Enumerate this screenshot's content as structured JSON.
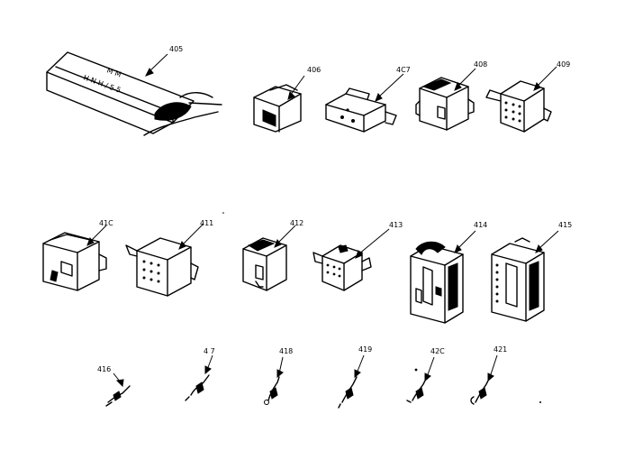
{
  "parts": [
    {
      "id": "p405",
      "label": "405",
      "icon": "connector-housing-strip-icon"
    },
    {
      "id": "p406",
      "label": "406",
      "icon": "connector-sleeve-icon"
    },
    {
      "id": "p407",
      "label": "4C7",
      "icon": "flat-connector-icon"
    },
    {
      "id": "p408",
      "label": "408",
      "icon": "box-connector-icon"
    },
    {
      "id": "p409",
      "label": "409",
      "icon": "multi-pin-connector-icon"
    },
    {
      "id": "p410",
      "label": "41C",
      "icon": "box-connector-icon"
    },
    {
      "id": "p411",
      "label": "411",
      "icon": "multi-pin-connector-icon"
    },
    {
      "id": "p412",
      "label": "412",
      "icon": "box-connector-icon"
    },
    {
      "id": "p413",
      "label": "413",
      "icon": "multi-pin-connector-icon"
    },
    {
      "id": "p414",
      "label": "414",
      "icon": "tall-connector-icon"
    },
    {
      "id": "p415",
      "label": "415",
      "icon": "tall-connector-icon"
    },
    {
      "id": "p416",
      "label": "416",
      "icon": "terminal-pin-icon"
    },
    {
      "id": "p417",
      "label": "4 7",
      "icon": "terminal-pin-icon"
    },
    {
      "id": "p418",
      "label": "418",
      "icon": "terminal-pin-icon"
    },
    {
      "id": "p419",
      "label": "419",
      "icon": "terminal-pin-icon"
    },
    {
      "id": "p420",
      "label": "42C",
      "icon": "terminal-pin-icon"
    },
    {
      "id": "p421",
      "label": "421",
      "icon": "terminal-pin-icon"
    }
  ],
  "box_text": {
    "line1": "M  M",
    "line2": "H  N  H  /  5  5"
  }
}
